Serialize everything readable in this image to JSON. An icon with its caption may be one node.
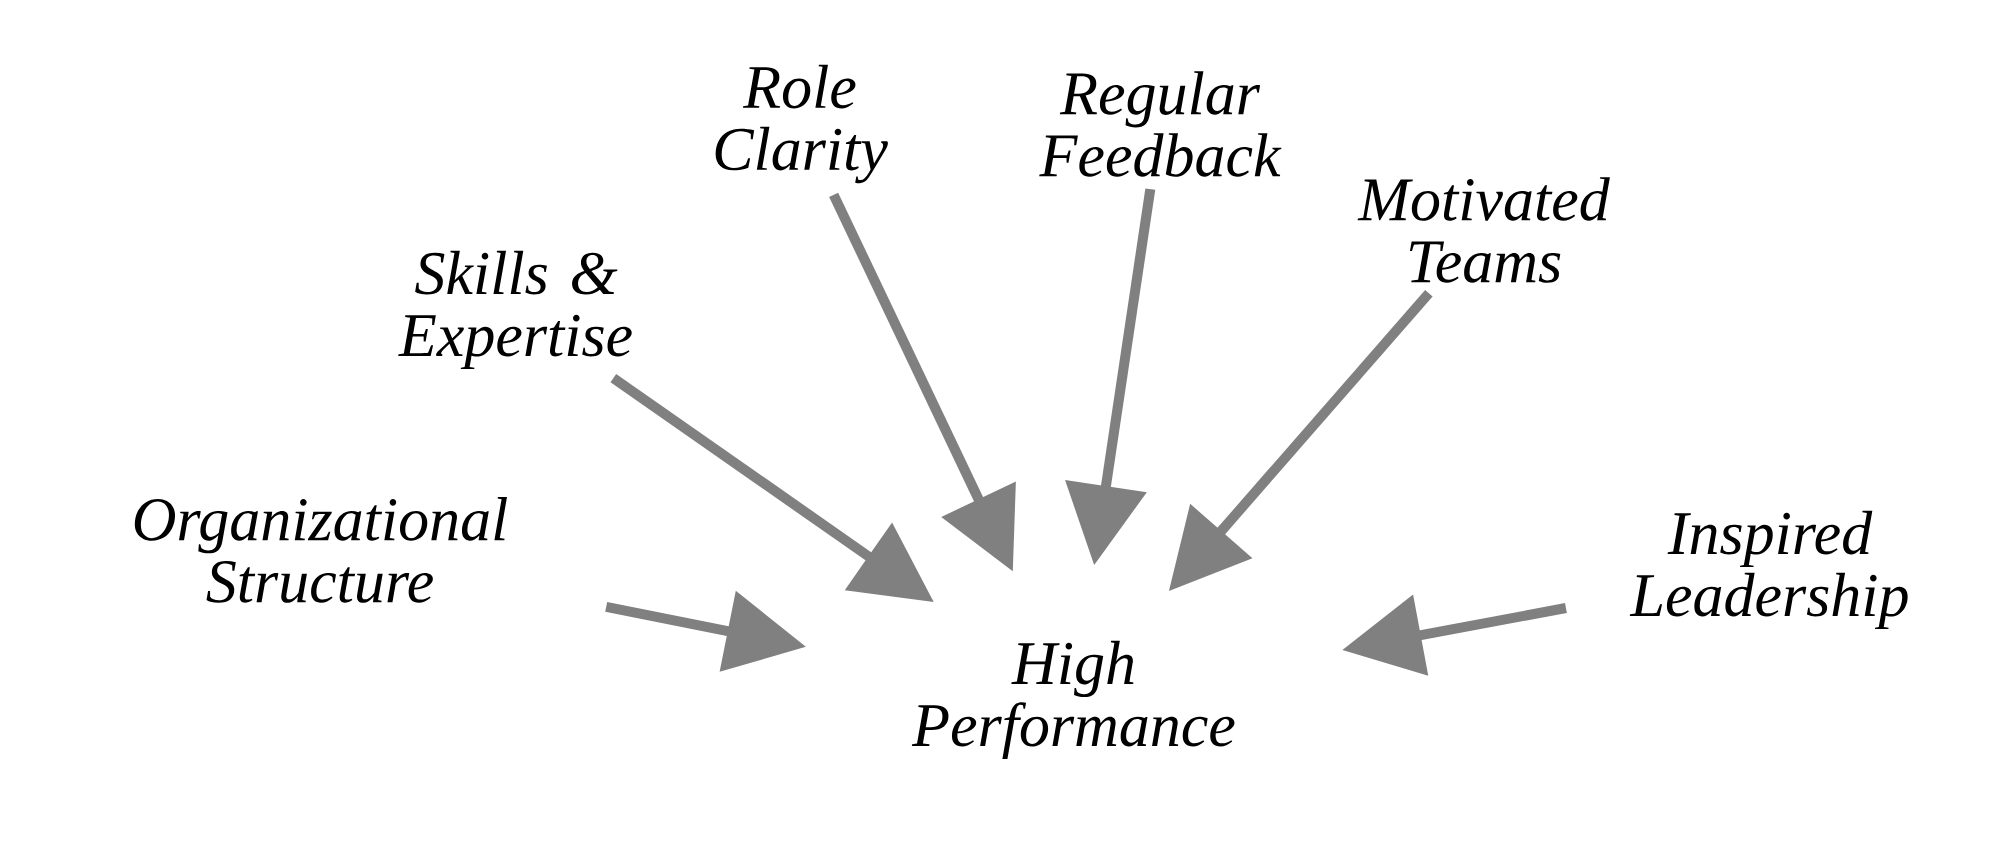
{
  "diagram": {
    "nodes": [
      {
        "text": [
          "High Performance"
        ]
      },
      {
        "text": [
          "Organizational Structure"
        ]
      },
      {
        "text": [
          "Skills & Expertise"
        ]
      },
      {
        "text": [
          "Role Clarity"
        ]
      },
      {
        "text": [
          "Regular Feedback"
        ]
      },
      {
        "text": [
          "Motivated Teams"
        ]
      },
      {
        "text": [
          "Inspired Leadership"
        ]
      }
    ],
    "edges": [
      {
        "from": 1,
        "to": 0,
        "arrow": "to"
      },
      {
        "from": 2,
        "to": 0,
        "arrow": "to"
      },
      {
        "from": 3,
        "to": 0,
        "arrow": "to"
      },
      {
        "from": 4,
        "to": 0,
        "arrow": "to"
      },
      {
        "from": 5,
        "to": 0,
        "arrow": "to"
      },
      {
        "from": 6,
        "to": 0,
        "arrow": "to"
      }
    ]
  }
}
